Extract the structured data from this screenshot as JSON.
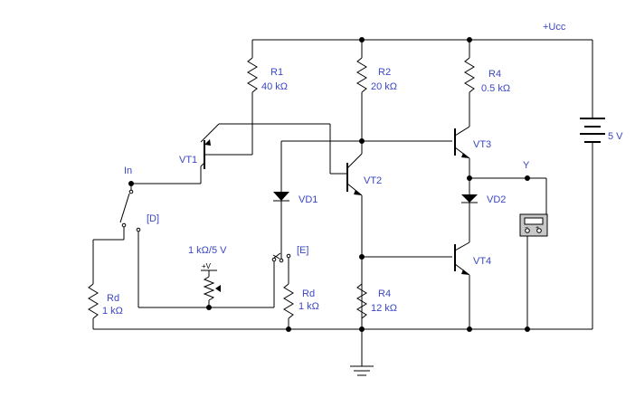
{
  "labels": {
    "ucc": "+Ucc",
    "supply_value": "5 V",
    "r1_name": "R1",
    "r1_value": "40 kΩ",
    "r2_name": "R2",
    "r2_value": "20 kΩ",
    "r4_top_name": "R4",
    "r4_top_value": "0.5 kΩ",
    "r4_bot_name": "R4",
    "r4_bot_value": "12 kΩ",
    "vt1": "VT1",
    "vt2": "VT2",
    "vt3": "VT3",
    "vt4": "VT4",
    "vd1": "VD1",
    "vd2": "VD2",
    "input": "In",
    "output": "Y",
    "switch_d": "[D]",
    "switch_e": "[E]",
    "pot_value": "1 kΩ/5 V",
    "pot_mark": "+V",
    "rd_left_name": "Rd",
    "rd_left_value": "1 kΩ",
    "rd_right_name": "Rd",
    "rd_right_value": "1 kΩ"
  },
  "colors": {
    "label": "#3b47c4",
    "wire": "#000000",
    "meter_body": "#c8c8c8"
  },
  "icons": {
    "ground": "ground-icon",
    "meter": "voltmeter-icon",
    "battery": "battery-icon"
  }
}
